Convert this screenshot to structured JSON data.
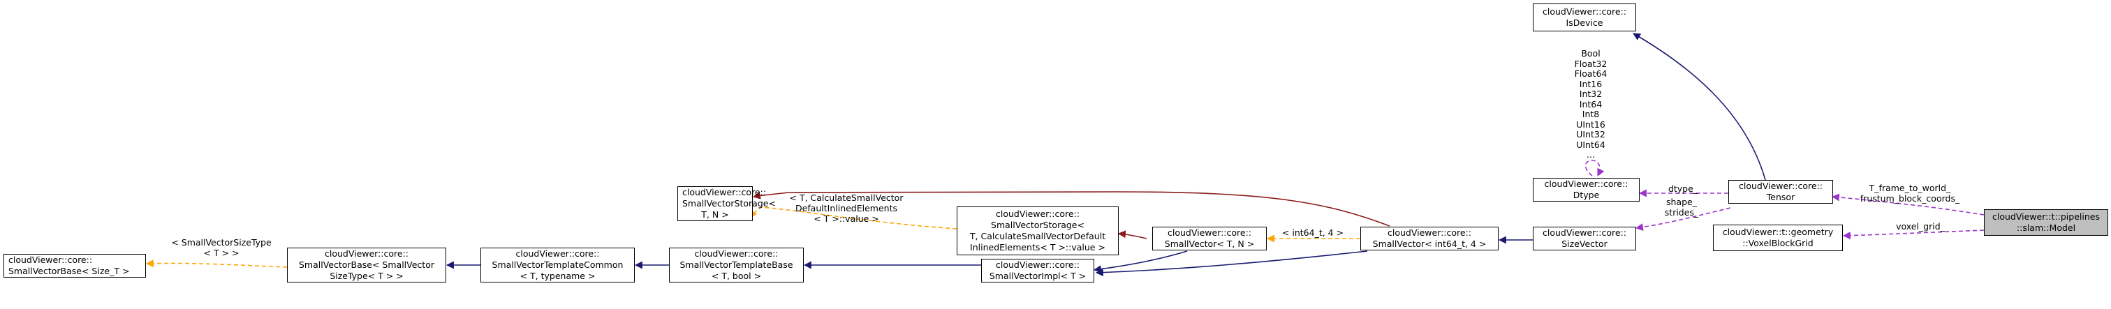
{
  "nodes": {
    "small_vector_base": {
      "lines": [
        "cloudViewer::core::",
        "SmallVectorBase< Size_T >"
      ]
    },
    "small_vector_base_sizetype": {
      "lines": [
        "cloudViewer::core::",
        "SmallVectorBase< SmallVector",
        "SizeType< T > >"
      ]
    },
    "small_vector_template_common": {
      "lines": [
        "cloudViewer::core::",
        "SmallVectorTemplateCommon",
        "< T, typename >"
      ]
    },
    "small_vector_template_base": {
      "lines": [
        "cloudViewer::core::",
        "SmallVectorTemplateBase",
        "< T, bool >"
      ]
    },
    "small_vector_storage": {
      "lines": [
        "cloudViewer::core::",
        "SmallVectorStorage<",
        "T, N >"
      ]
    },
    "small_vector_storage_default": {
      "lines": [
        "cloudViewer::core::",
        "SmallVectorStorage<",
        "T, CalculateSmallVectorDefault",
        "InlinedElements< T >::value >"
      ]
    },
    "small_vector_impl": {
      "lines": [
        "cloudViewer::core::",
        "SmallVectorImpl< T >"
      ]
    },
    "small_vector_tn": {
      "lines": [
        "cloudViewer::core::",
        "SmallVector< T, N >"
      ]
    },
    "small_vector_int64": {
      "lines": [
        "cloudViewer::core::",
        "SmallVector< int64_t, 4 >"
      ]
    },
    "size_vector": {
      "lines": [
        "cloudViewer::core::",
        "SizeVector"
      ]
    },
    "dtype": {
      "lines": [
        "cloudViewer::core::",
        "Dtype"
      ]
    },
    "is_device": {
      "lines": [
        "cloudViewer::core::",
        "IsDevice"
      ]
    },
    "tensor": {
      "lines": [
        "cloudViewer::core::",
        "Tensor"
      ]
    },
    "voxel_block_grid": {
      "lines": [
        "cloudViewer::t::geometry",
        "::VoxelBlockGrid"
      ]
    },
    "slam_model": {
      "lines": [
        "cloudViewer::t::pipelines",
        "::slam::Model"
      ]
    }
  },
  "edge_labels": {
    "smallvector_sizetype": [
      "< SmallVectorSizeType",
      "< T > >"
    ],
    "calc_inlined": [
      "< T, CalculateSmallVector",
      "DefaultInlinedElements",
      "< T >::value >"
    ],
    "int64_4": [
      "< int64_t, 4 >"
    ],
    "dtype_values": [
      "Bool",
      "Float32",
      "Float64",
      "Int16",
      "Int32",
      "Int64",
      "Int8",
      "UInt16",
      "UInt32",
      "UInt64",
      "..."
    ],
    "dtype_edge": [
      "dtype_"
    ],
    "shape_strides": [
      "shape_",
      "strides_"
    ],
    "t_frame_coords": [
      "T_frame_to_world_",
      "frustum_block_coords_"
    ],
    "voxel_grid": [
      "voxel_grid_"
    ]
  },
  "colors": {
    "inheritance": "#191970",
    "template": "#FFA500",
    "storage": "#8B1A1A",
    "usage": "#9A32CD",
    "focus_fill": "#BFBFBF"
  }
}
